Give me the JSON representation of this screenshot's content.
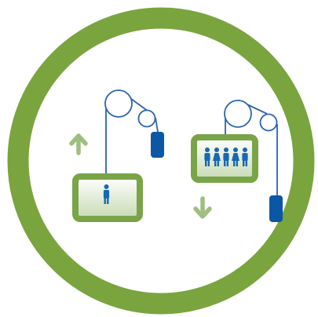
{
  "colors": {
    "ring": "#7aa43e",
    "car_frame": "#79a447",
    "car_fill_top": "#ffffff",
    "car_fill_bottom": "#c7dab3",
    "arrow": "#9dbf7f",
    "cable": "#2a63ad",
    "counterweight": "#0b57a6",
    "person": "#1668b3",
    "background": "#ffffff"
  },
  "elevators": [
    {
      "name": "left-elevator",
      "direction": "up",
      "direction_icon": "arrow-up-icon",
      "passengers": 1,
      "counterweight_position": "high"
    },
    {
      "name": "right-elevator",
      "direction": "down",
      "direction_icon": "arrow-down-icon",
      "passengers": 5,
      "counterweight_position": "low"
    }
  ]
}
